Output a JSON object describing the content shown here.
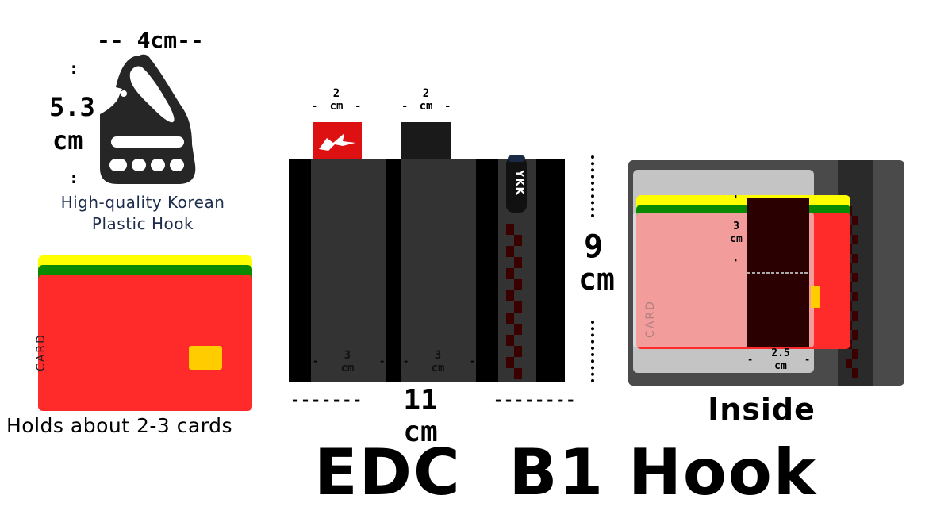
{
  "hook": {
    "width_label": "-- 4cm--",
    "height_label_line1": "5.3",
    "height_label_line2": "cm",
    "caption_line1": "High-quality Korean",
    "caption_line2": "Plastic Hook"
  },
  "cards": {
    "card_text": "CARD",
    "caption": "Holds about 2-3 cards",
    "colors": {
      "top": "#ffff00",
      "middle": "#0a8a00",
      "front": "#ff2a2a",
      "chip": "#ffcc00"
    }
  },
  "wallet": {
    "tab1_label_num": "2",
    "tab1_label_unit": "cm",
    "tab2_label_num": "2",
    "tab2_label_unit": "cm",
    "zipper_brand": "YKK",
    "pocket1_num": "3",
    "pocket1_unit": "cm",
    "pocket2_num": "3",
    "pocket2_unit": "cm",
    "width_num": "11",
    "width_unit": "cm",
    "height_num": "9",
    "height_unit": "cm",
    "colors": {
      "body": "#333333",
      "strap": "#000000",
      "tab_red": "#dd1111",
      "zip_tooth": "#3a0000"
    }
  },
  "inside": {
    "slot_height_num": "3",
    "slot_height_unit": "cm",
    "slot_width_num": "2.5",
    "slot_width_unit": "cm",
    "card_text": "CARD",
    "caption": "Inside"
  },
  "product_title": "EDC  B1 Hook"
}
